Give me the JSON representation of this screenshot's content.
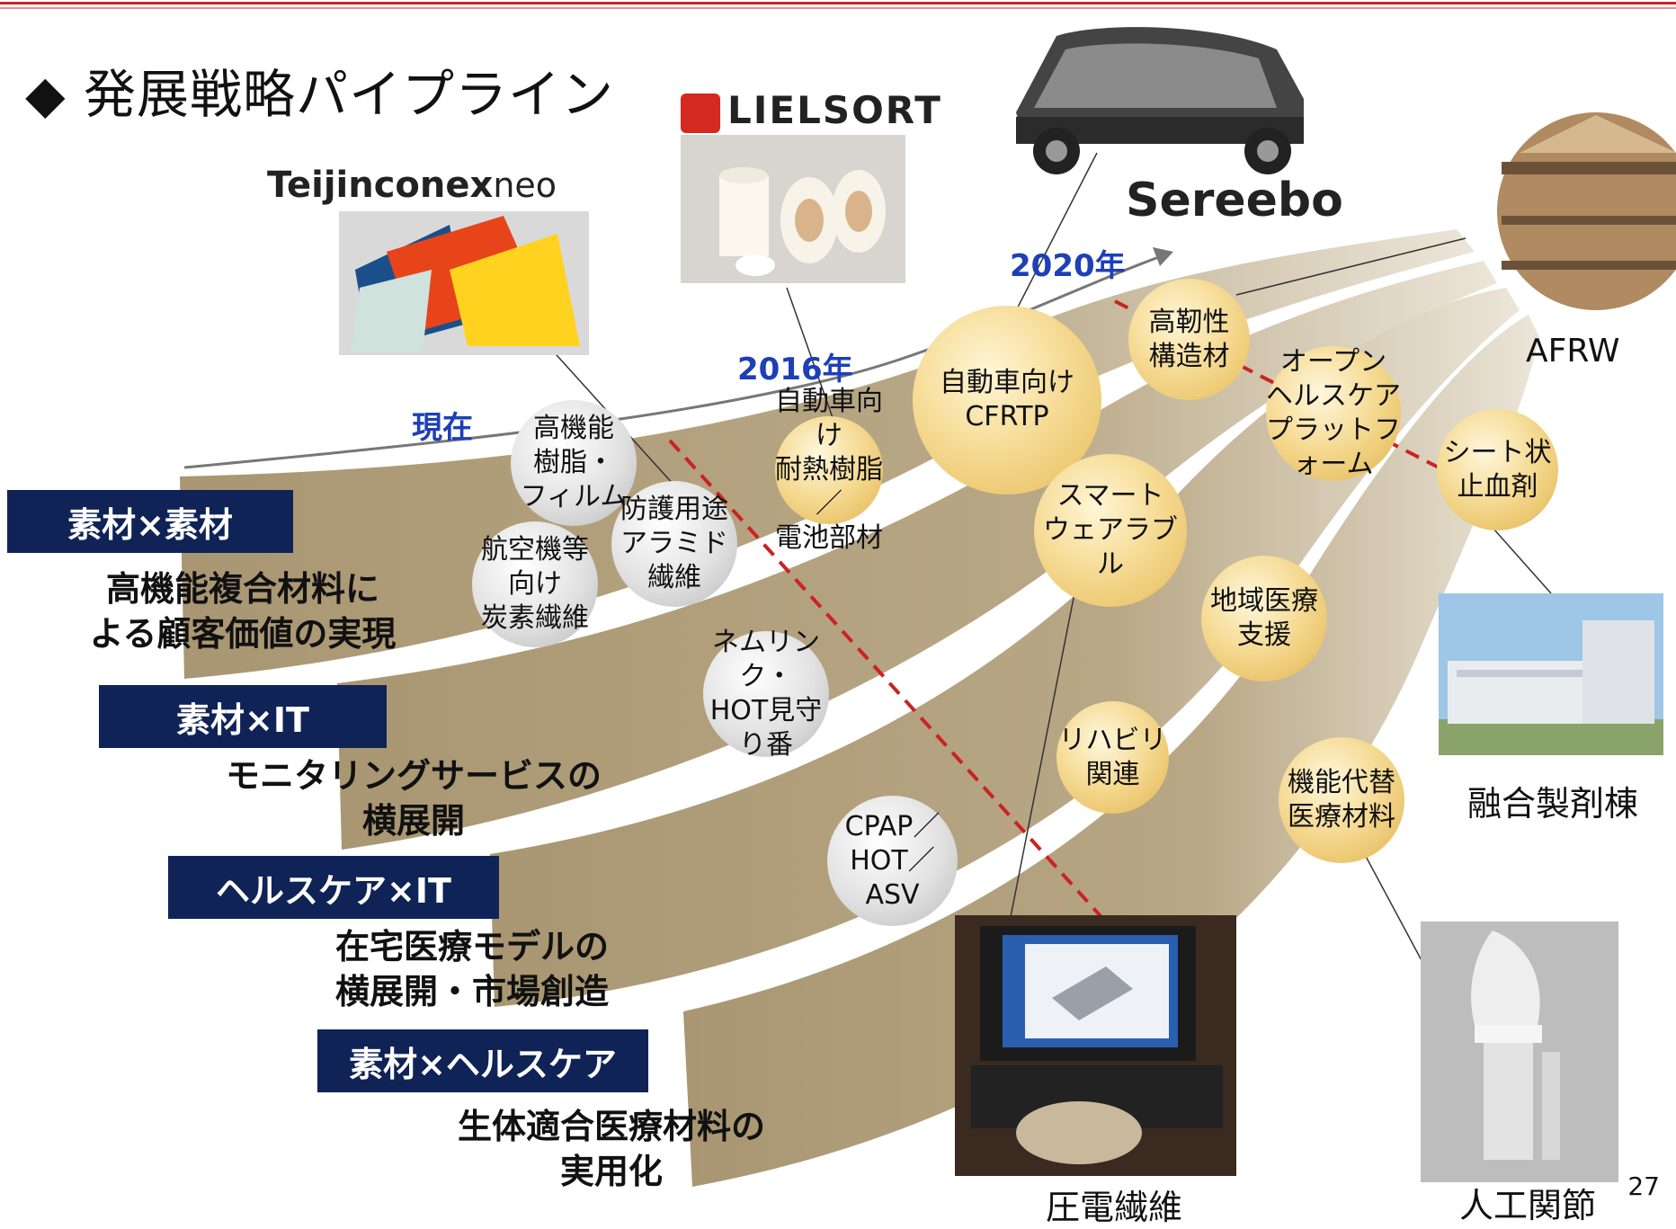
{
  "title": "◆ 発展戦略パイプライン",
  "timeline": {
    "now": "現在",
    "y2016": "2016年",
    "y2020": "2020年"
  },
  "brands": {
    "teijinconex": "Teijinconex",
    "teijinconex_suffix": "neo",
    "lielsort": "LIELSORT",
    "sereebo": "Sereebo"
  },
  "categories": [
    {
      "label": "素材×素材",
      "desc_lines": [
        "高機能複合材料に",
        "よる顧客価値の実現"
      ]
    },
    {
      "label": "素材×IT",
      "desc_lines": [
        "モニタリングサービスの",
        "横展開"
      ]
    },
    {
      "label": "ヘルスケア×IT",
      "desc_lines": [
        "在宅医療モデルの",
        "横展開・市場創造"
      ]
    },
    {
      "label": "素材×ヘルスケア",
      "desc_lines": [
        "生体適合医療材料の",
        "実用化"
      ]
    }
  ],
  "bubbles": {
    "high_func_resin": [
      "高機能",
      "樹脂・",
      "フィルム"
    ],
    "aircraft_cf": [
      "航空機等",
      "向け",
      "炭素繊維"
    ],
    "aramid": [
      "防護用途",
      "アラミド繊維"
    ],
    "auto_resin": [
      "自動車向け",
      "耐熱樹脂／",
      "電池部材"
    ],
    "auto_cfrtp": [
      "自動車向け",
      "CFRTP"
    ],
    "tough_struct": [
      "高靭性",
      "構造材"
    ],
    "open_health": [
      "オープン",
      "ヘルスケア",
      "プラットフォーム"
    ],
    "sheet_hemostat": [
      "シート状",
      "止血剤"
    ],
    "smart_wearable": [
      "スマート",
      "ウェアラブル"
    ],
    "regional_care": [
      "地域医療",
      "支援"
    ],
    "nemlink": [
      "ネムリンク・",
      "HOT見守り番"
    ],
    "rehab": [
      "リハビリ",
      "関連"
    ],
    "func_replace": [
      "機能代替",
      "医療材料"
    ],
    "cpap": [
      "CPAP／",
      "HOT／ASV"
    ]
  },
  "photo_captions": {
    "afrw": "AFRW",
    "fusion_building": "融合製剤棟",
    "piezo": "圧電繊維",
    "artificial_joint": "人工関節"
  },
  "page_number": "27",
  "colors": {
    "band": "#b3a282",
    "label_bg": "#0f2357",
    "year": "#1d3fb8",
    "dash": "#cc2222",
    "top_rule": "#cc2222"
  }
}
